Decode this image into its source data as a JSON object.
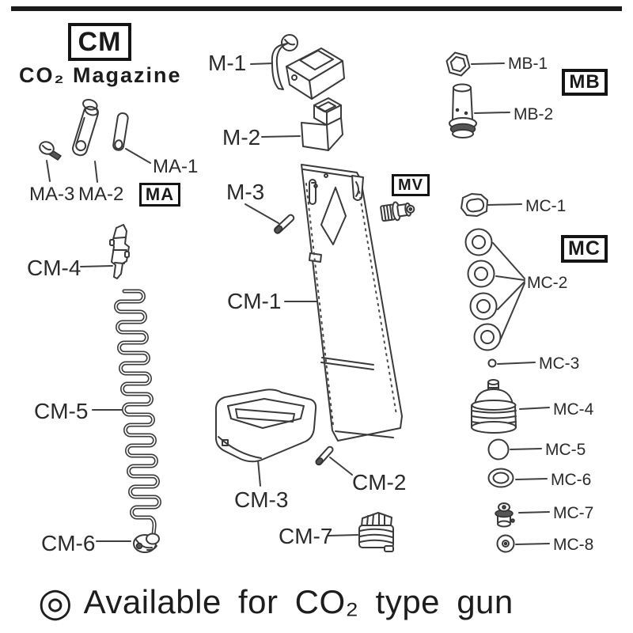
{
  "header": {
    "group_code": "CM",
    "subtitle": "CO₂ Magazine"
  },
  "group_boxes": {
    "ma": "MA",
    "mb": "MB",
    "mv": "MV",
    "mc": "MC"
  },
  "labels": {
    "m1": "M-1",
    "m2": "M-2",
    "m3": "M-3",
    "cm1": "CM-1",
    "cm2": "CM-2",
    "cm3": "CM-3",
    "cm4": "CM-4",
    "cm5": "CM-5",
    "cm6": "CM-6",
    "cm7": "CM-7",
    "ma1": "MA-1",
    "ma2": "MA-2",
    "ma3": "MA-3",
    "mb1": "MB-1",
    "mb2": "MB-2",
    "mc1": "MC-1",
    "mc2": "MC-2",
    "mc3": "MC-3",
    "mc4": "MC-4",
    "mc5": "MC-5",
    "mc6": "MC-6",
    "mc7": "MC-7",
    "mc8": "MC-8"
  },
  "footer": {
    "icon": "◎",
    "text": "Available for CO₂ type gun"
  },
  "colors": {
    "line_art": "#3a3a3a",
    "text": "#262626",
    "background": "#ffffff"
  }
}
